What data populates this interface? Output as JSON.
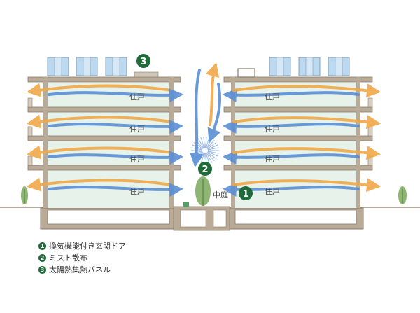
{
  "colors": {
    "badge": "#1f6b3a",
    "warm_arrow": "#f0a848",
    "cool_arrow": "#5a8fd6",
    "building_fill": "#e6f2ea",
    "slab": "#b9ab98",
    "panel": "#bcd9f0",
    "plant": "#7aa85a"
  },
  "labels": {
    "unit": "住戸",
    "courtyard": "中庭"
  },
  "markers": [
    {
      "num": "1",
      "icon": "number-badge-icon"
    },
    {
      "num": "2",
      "icon": "number-badge-icon"
    },
    {
      "num": "3",
      "icon": "number-badge-icon"
    }
  ],
  "legend": [
    {
      "num": "1",
      "text": "換気機能付き玄関ドア"
    },
    {
      "num": "2",
      "text": "ミスト散布"
    },
    {
      "num": "3",
      "text": "太陽熱集熱パネル"
    }
  ]
}
